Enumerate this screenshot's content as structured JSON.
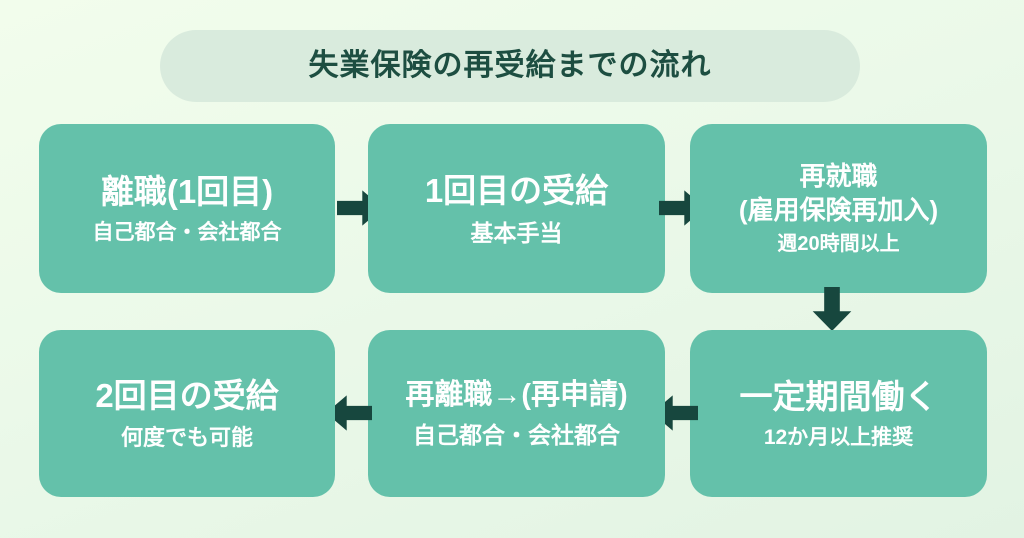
{
  "title": "失業保険の再受給までの流れ",
  "steps": [
    {
      "title": "離職(1回目)",
      "subtitle": "自己都合・会社都合"
    },
    {
      "title": "1回目の受給",
      "subtitle": "基本手当"
    },
    {
      "title": "再就職\n(雇用保険再加入)",
      "subtitle": "週20時間以上"
    },
    {
      "title": "一定期間働く",
      "subtitle": "12か月以上推奨"
    },
    {
      "title": "再離職→(再申請)",
      "subtitle": "自己都合・会社都合"
    },
    {
      "title": "2回目の受給",
      "subtitle": "何度でも可能"
    }
  ],
  "icons": {
    "flow_arrows": [
      "arrow-right",
      "arrow-right",
      "arrow-down",
      "arrow-left",
      "arrow-left"
    ]
  },
  "colors": {
    "bg_start": "#f2fdec",
    "bg_mid": "#ebf9e9",
    "bg_end": "#e2f3e3",
    "box": "#64c1aa",
    "box_text": "#ffffff",
    "title_bg": "#d9ebdd",
    "title_text": "#1d4e41",
    "arrow": "#17473e"
  }
}
